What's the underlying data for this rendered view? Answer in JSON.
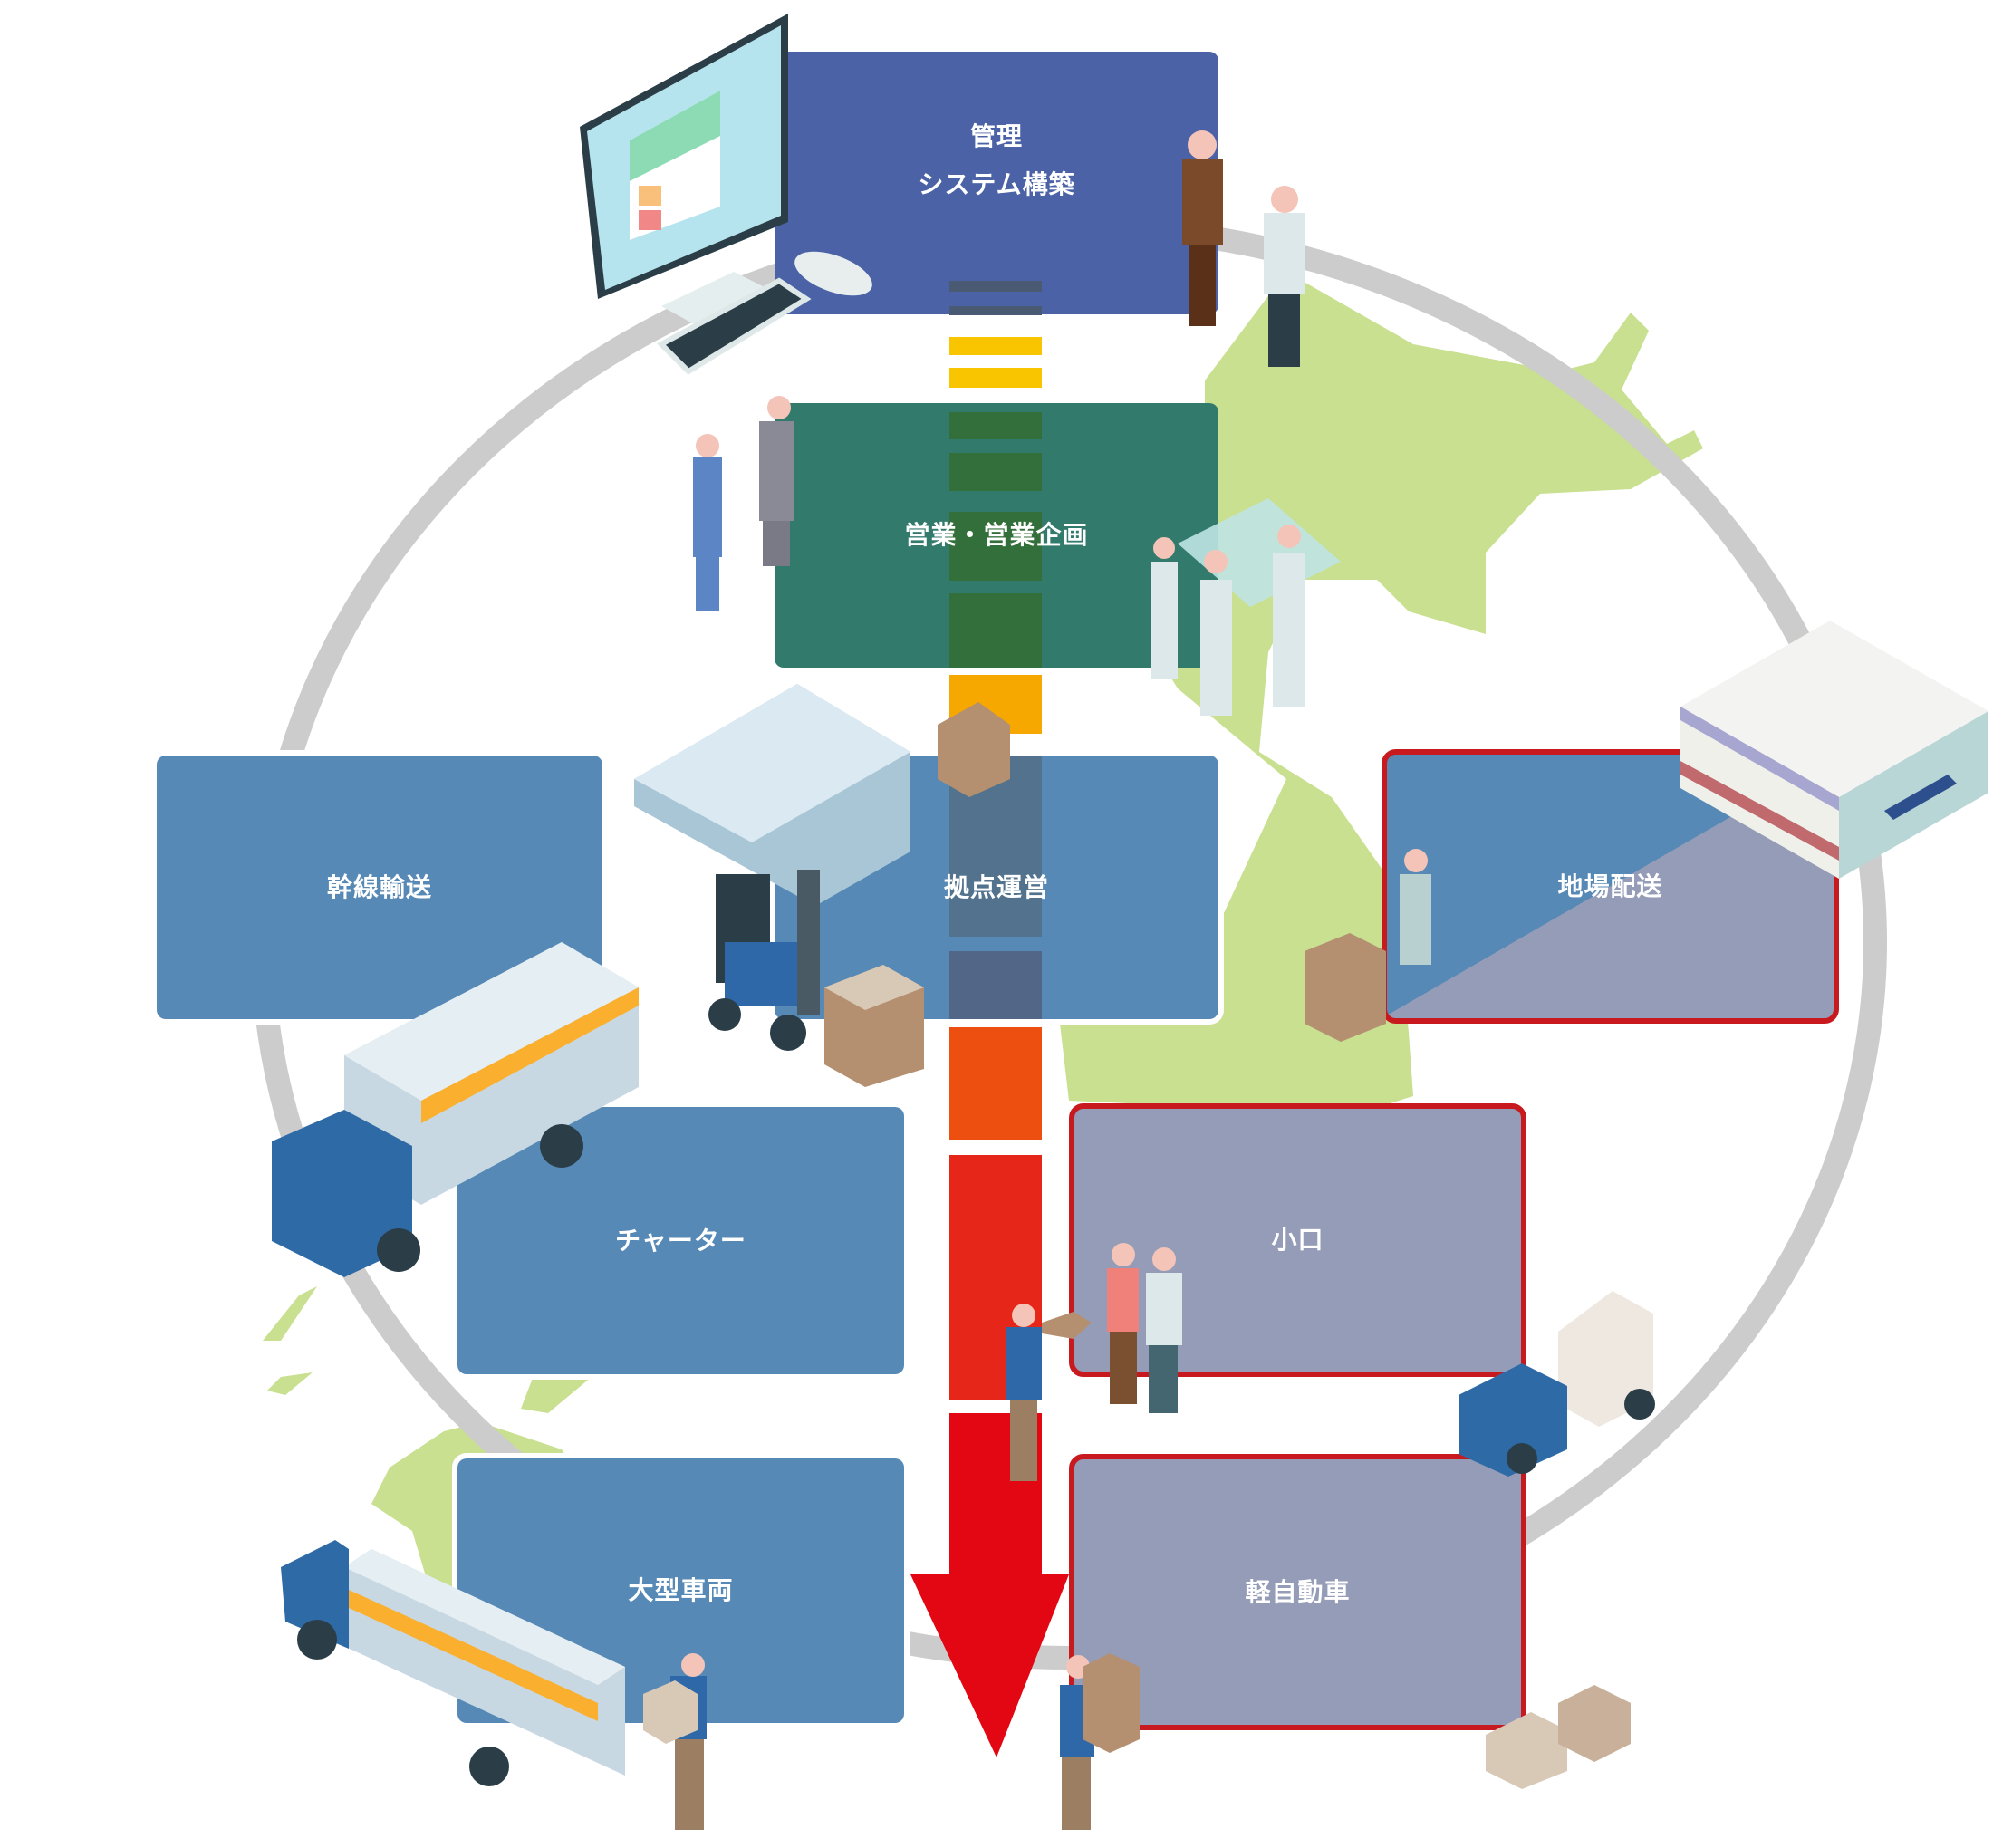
{
  "diagram": {
    "title": "物流サービス全体図",
    "colors": {
      "management": "#4b63a6",
      "sales": "#317a6c",
      "base": "#5789b6",
      "transport": "#5789b6",
      "local": "#959cb8",
      "highlight_border": "#c8191f",
      "arrow_top": "#f7b500",
      "arrow_bottom": "#e30613",
      "map_green": "#c8e08f",
      "cycle_ring": "#cccccc"
    },
    "nodes": {
      "management": {
        "line1": "管理",
        "line2": "システム構築"
      },
      "sales": {
        "label": "営業・営業企画"
      },
      "base_operation": {
        "label": "拠点運営"
      },
      "trunk_transport": {
        "label": "幹線輸送"
      },
      "local_delivery": {
        "label": "地場配送"
      },
      "charter": {
        "label": "チャーター"
      },
      "small_lot": {
        "label": "小口"
      },
      "large_vehicle": {
        "label": "大型車両"
      },
      "light_vehicle": {
        "label": "軽自動車"
      }
    },
    "flow": {
      "direction": "top-to-bottom",
      "from": "管理 システム構築",
      "to": "軽自動車"
    },
    "illustrations": [
      "computer-monitor",
      "keyboard",
      "mouse",
      "business-meeting",
      "handshake",
      "team-at-table",
      "warehouse",
      "forklift",
      "cardboard-boxes",
      "truck",
      "convenience-store",
      "delivery-worker",
      "customers",
      "small-truck"
    ]
  }
}
